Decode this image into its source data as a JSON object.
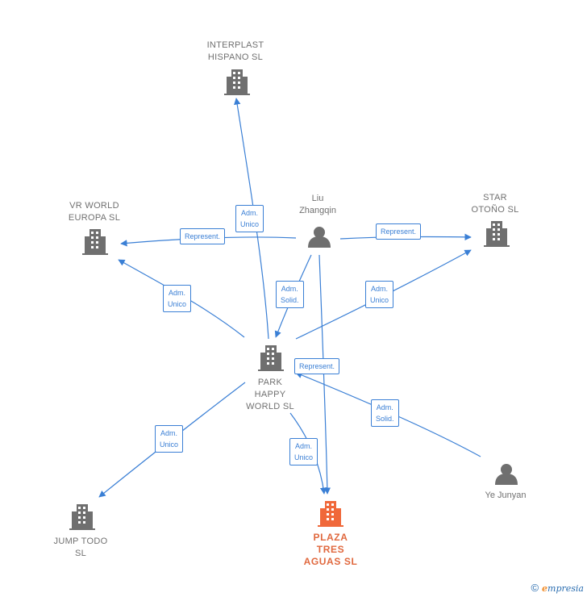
{
  "nodes": {
    "interplast": {
      "label": "INTERPLAST\nHISPANO  SL",
      "type": "company"
    },
    "vrworld": {
      "label": "VR WORLD\nEUROPA  SL",
      "type": "company"
    },
    "star": {
      "label": "STAR\nOTOÑO  SL",
      "type": "company"
    },
    "liu": {
      "label": "Liu\nZhangqin",
      "type": "person"
    },
    "park": {
      "label": "PARK\nHAPPY\nWORLD  SL",
      "type": "company"
    },
    "jump": {
      "label": "JUMP TODO\nSL",
      "type": "company"
    },
    "plaza": {
      "label": "PLAZA\nTRES\nAGUAS  SL",
      "type": "main"
    },
    "ye": {
      "label": "Ye Junyan",
      "type": "person"
    }
  },
  "edges": [
    {
      "from": "park",
      "to": "interplast",
      "label": "Adm.\nUnico"
    },
    {
      "from": "liu",
      "to": "vrworld",
      "label": "Represent."
    },
    {
      "from": "park",
      "to": "vrworld",
      "label": "Adm.\nUnico"
    },
    {
      "from": "liu",
      "to": "star",
      "label": "Represent."
    },
    {
      "from": "park",
      "to": "star",
      "label": "Adm.\nUnico"
    },
    {
      "from": "liu",
      "to": "park",
      "label": "Adm.\nSolid."
    },
    {
      "from": "liu",
      "to": "plaza",
      "label": "Represent."
    },
    {
      "from": "ye",
      "to": "park",
      "label": "Adm.\nSolid."
    },
    {
      "from": "park",
      "to": "jump",
      "label": "Adm.\nUnico"
    },
    {
      "from": "park",
      "to": "plaza",
      "label": "Adm.\nUnico"
    }
  ],
  "colors": {
    "edge": "#3a7fd5",
    "company": "#6f6f6f",
    "main": "#f0683a",
    "person": "#6f6f6f"
  },
  "footer": {
    "copyright": "©",
    "brand_initial": "e",
    "brand_rest": "mpresia"
  }
}
